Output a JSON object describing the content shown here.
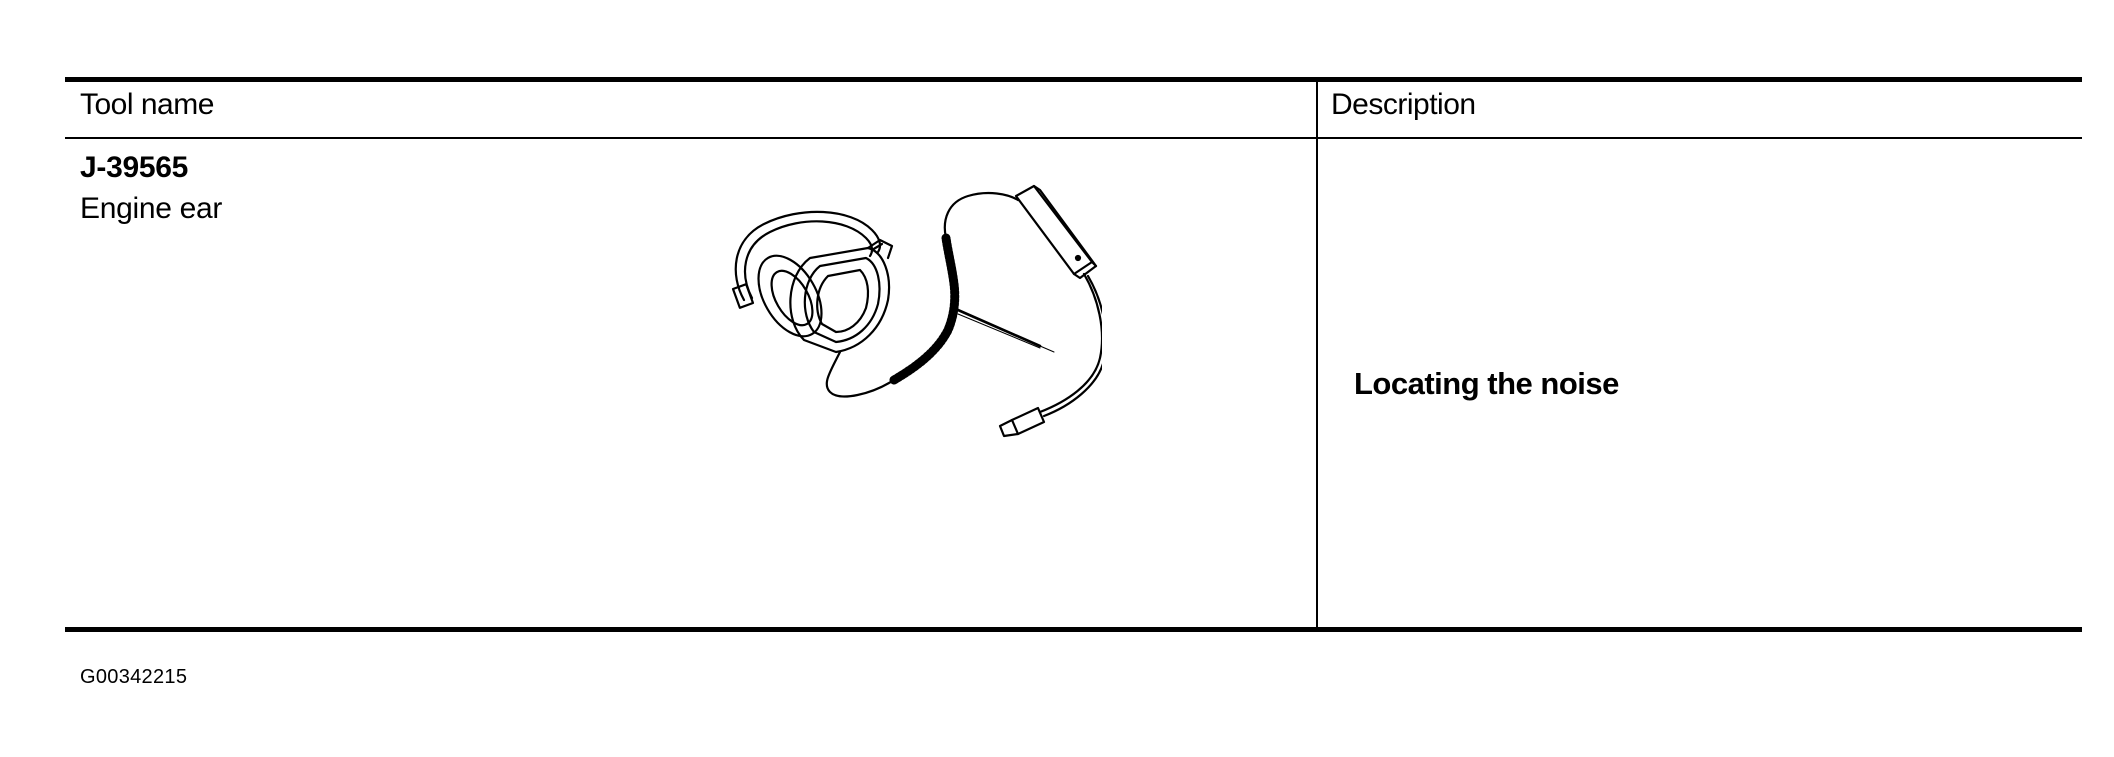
{
  "table": {
    "header": {
      "tool_name": "Tool name",
      "description": "Description"
    },
    "rows": [
      {
        "tool_number": "J-39565",
        "tool_name": "Engine ear",
        "illustration": "engine-ear-headset",
        "description": "Locating the noise"
      }
    ]
  },
  "figure_id": "G00342215"
}
